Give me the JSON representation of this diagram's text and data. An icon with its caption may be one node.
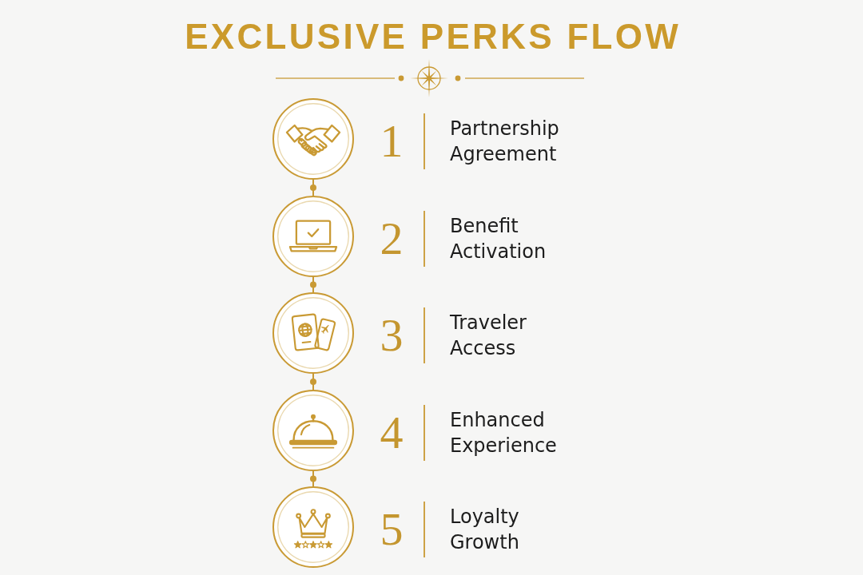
{
  "diagram": {
    "title": "EXCLUSIVE PERKS FLOW",
    "nodes": [
      {
        "text": [],
        "shape": "circle",
        "beside": [
          "1",
          "Partnership Agreement"
        ]
      },
      {
        "text": [],
        "shape": "circle",
        "beside": [
          "2",
          "Benefit Activation"
        ]
      },
      {
        "text": [],
        "shape": "circle",
        "beside": [
          "3",
          "Traveler Access"
        ]
      },
      {
        "text": [],
        "shape": "circle",
        "beside": [
          "4",
          "Enhanced Experience"
        ]
      },
      {
        "text": [],
        "shape": "circle",
        "beside": [
          "5",
          "Loyalty Growth"
        ]
      }
    ],
    "edges": [
      {
        "from": 0,
        "to": 1,
        "arrow": "none"
      },
      {
        "from": 1,
        "to": 2,
        "arrow": "none"
      },
      {
        "from": 2,
        "to": 3,
        "arrow": "none"
      },
      {
        "from": 3,
        "to": 4,
        "arrow": "none"
      }
    ]
  }
}
